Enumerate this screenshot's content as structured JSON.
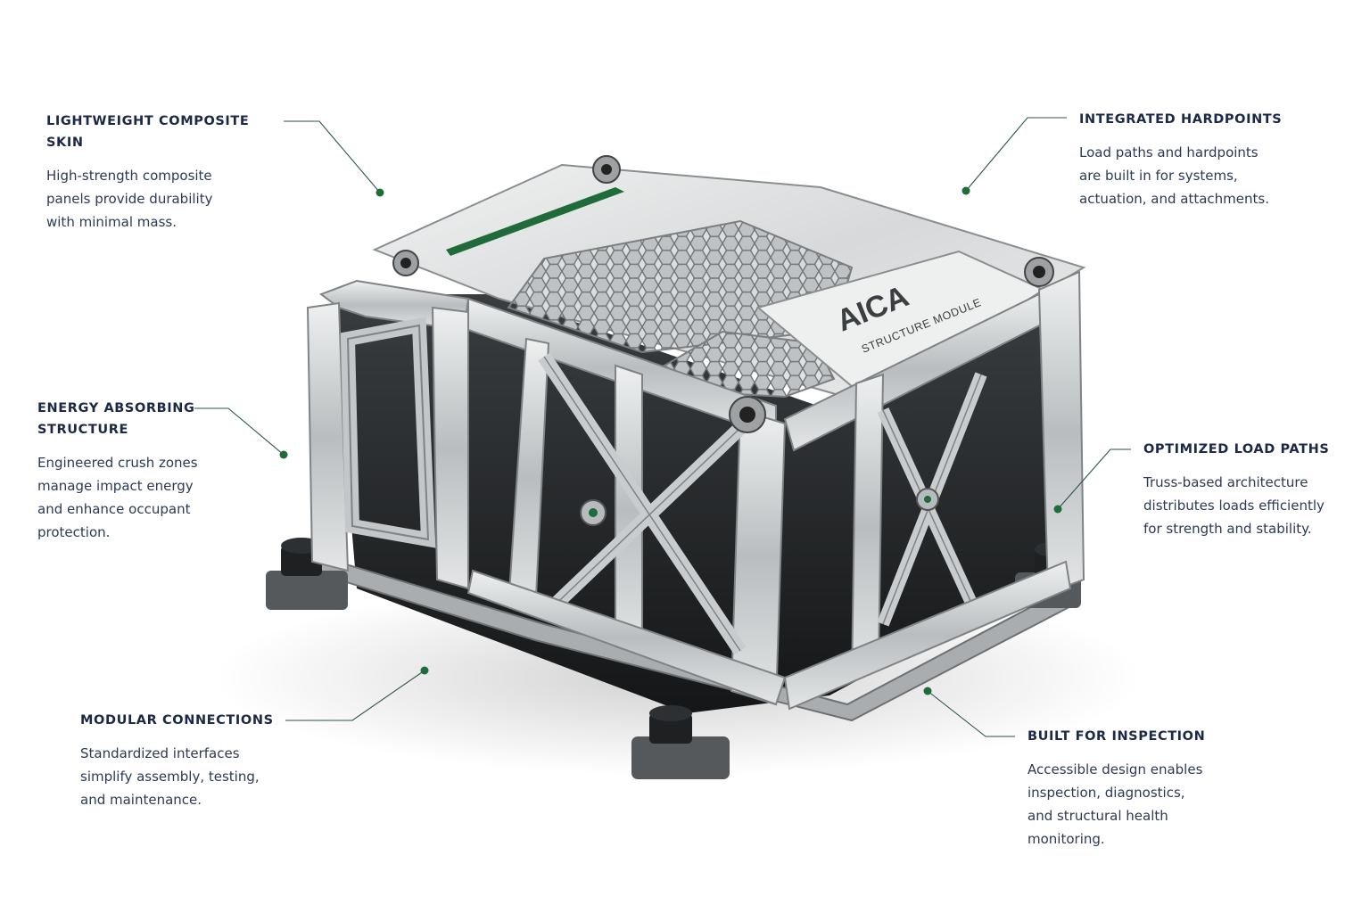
{
  "colors": {
    "accent": "#1f6b3a",
    "heading": "#1b2947",
    "body": "#2b3a55",
    "leader": "#2f4f4f",
    "metal": "#c9ccce"
  },
  "module": {
    "brand": "AICA",
    "subtitle": "STRUCTURE MODULE"
  },
  "callouts": {
    "skin": {
      "title": "LIGHTWEIGHT COMPOSITE SKIN",
      "text": "High-strength composite\npanels provide durability\nwith minimal mass."
    },
    "hard": {
      "title": "INTEGRATED HARDPOINTS",
      "text": "Load paths and hardpoints\nare built in for systems,\nactuation, and attachments."
    },
    "energy": {
      "title": "ENERGY ABSORBING\nSTRUCTURE",
      "text": "Engineered crush zones\nmanage impact energy\nand enhance occupant\nprotection."
    },
    "load": {
      "title": "OPTIMIZED LOAD PATHS",
      "text": "Truss-based architecture\ndistributes loads efficiently\nfor strength and stability."
    },
    "mod": {
      "title": "MODULAR CONNECTIONS",
      "text": "Standardized interfaces\nsimplify assembly, testing,\nand maintenance."
    },
    "insp": {
      "title": "BUILT FOR INSPECTION",
      "text": "Accessible design enables\ninspection, diagnostics,\nand structural health\nmonitoring."
    }
  }
}
